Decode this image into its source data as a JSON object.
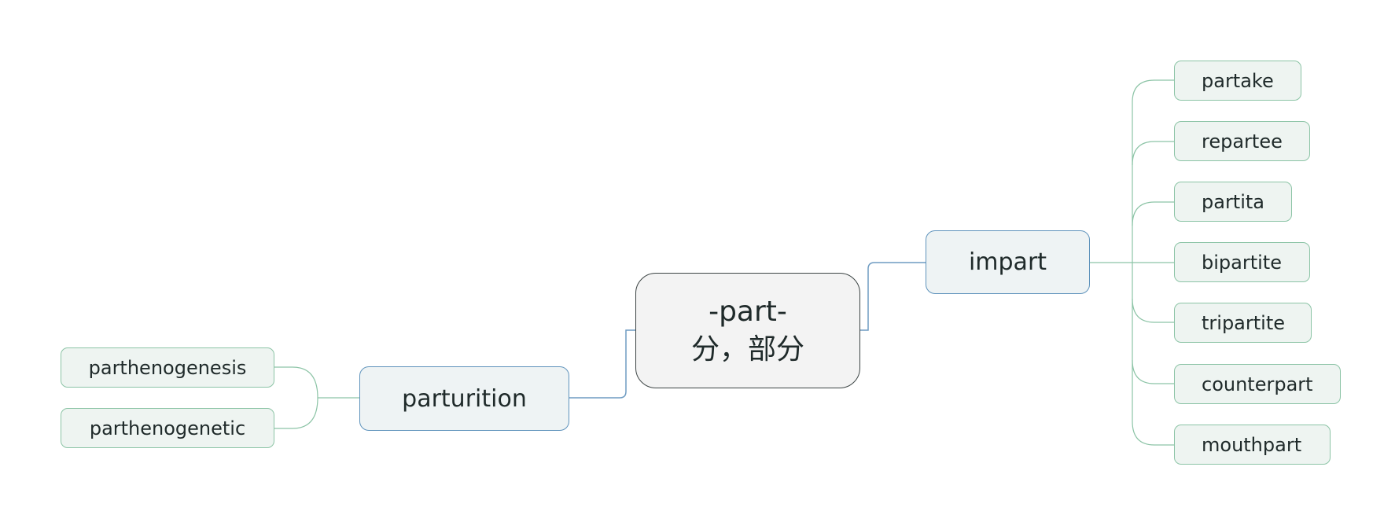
{
  "central": {
    "line1": "-part-",
    "line2": "分，部分"
  },
  "branches": {
    "right": {
      "label": "impart",
      "children": [
        "partake",
        "repartee",
        "partita",
        "bipartite",
        "tripartite",
        "counterpart",
        "mouthpart"
      ]
    },
    "left": {
      "label": "parturition",
      "children": [
        "parthenogenesis",
        "parthenogenetic"
      ]
    }
  },
  "colors": {
    "central_border": "#3c4444",
    "central_fill": "#f3f3f3",
    "branch_border": "#5f93bc",
    "branch_fill": "#eef3f4",
    "leaf_border": "#8cc4a6",
    "leaf_fill": "#eef4f1",
    "branch_line": "#6f9cc2",
    "leaf_line": "#8cc4a6"
  }
}
